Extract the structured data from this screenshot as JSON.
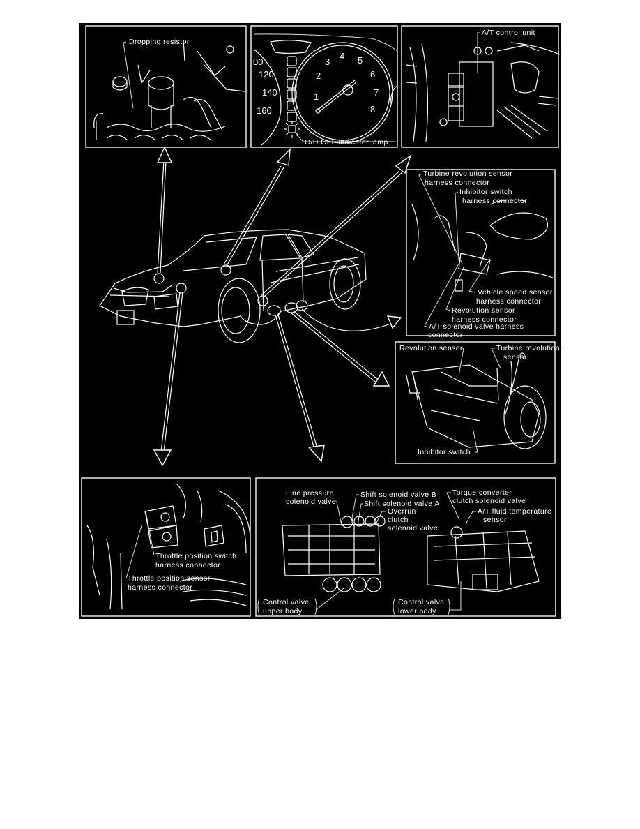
{
  "diagram": {
    "subject": "A/T component locations",
    "panels": {
      "dropping_resistor": {
        "label": "Dropping resistor"
      },
      "od_off_lamp": {
        "label": "O/D OFF indicator lamp",
        "speedometer_ticks": [
          "00",
          "120",
          "140",
          "160"
        ],
        "tachometer_ticks": [
          "1",
          "2",
          "3",
          "4",
          "5",
          "6",
          "7",
          "8"
        ]
      },
      "control_unit": {
        "label": "A/T control unit"
      },
      "harness_connectors": {
        "labels": [
          "Turbine revolution sensor",
          "harness connector",
          "Inhibitor switch",
          "harness connector",
          "Vehicle speed sensor",
          "harness connector",
          "Revolution sensor",
          "harness connector",
          "A/T solenoid valve harness",
          "connector"
        ]
      },
      "transmission": {
        "labels": [
          "Revolution sensor",
          "Turbine revolution",
          "sensor",
          "Inhibitor switch"
        ]
      },
      "throttle": {
        "labels": [
          "Throttle position switch",
          "harness connector",
          "Throttle position sensor",
          "harness connector"
        ]
      },
      "control_valve": {
        "labels": [
          "Line pressure",
          "solenoid valve",
          "Shift solenoid valve B",
          "Shift solenoid valve A",
          "Overrun",
          "clutch",
          "solenoid valve",
          "Torque converter",
          "clutch solenoid valve",
          "A/T fluid temperature",
          "sensor",
          "Control valve",
          "upper body",
          "Control valve",
          "lower body"
        ]
      }
    }
  },
  "colors": {
    "background": "#000000",
    "line": "#ffffff",
    "page": "#ffffff"
  }
}
